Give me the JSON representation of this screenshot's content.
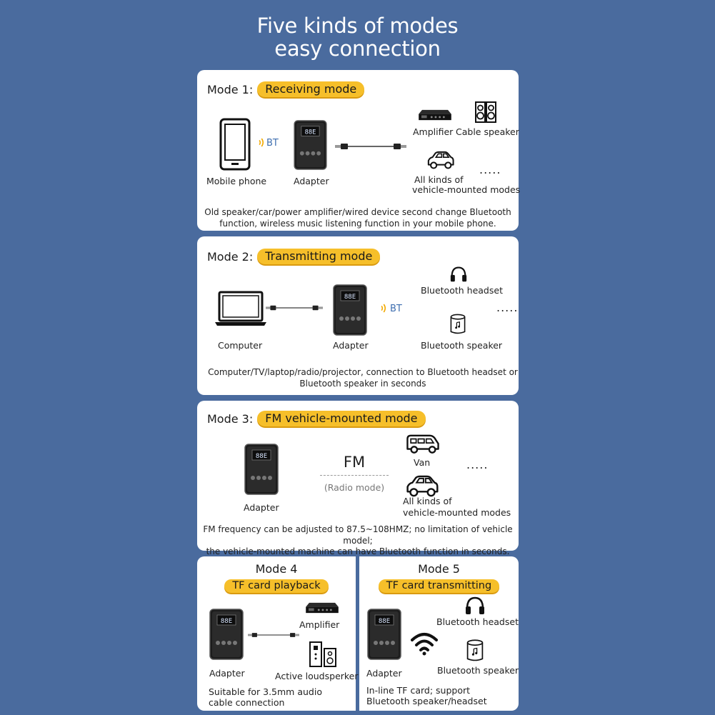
{
  "header": {
    "line1": "Five kinds of modes",
    "line2": "easy connection"
  },
  "mode1": {
    "label": "Mode 1:",
    "name": "Receiving mode",
    "mobile_phone": "Mobile phone",
    "bt": "BT",
    "adapter": "Adapter",
    "amplifier": "Amplifier",
    "cable_speaker": "Cable speaker",
    "vehicle_line1": "All kinds of",
    "vehicle_line2": "vehicle-mounted modes",
    "dots": ".....",
    "desc_line1": "Old speaker/car/power amplifier/wired device second change Bluetooth",
    "desc_line2": "function, wireless music listening function in your mobile phone."
  },
  "mode2": {
    "label": "Mode 2:",
    "name": "Transmitting mode",
    "computer": "Computer",
    "adapter": "Adapter",
    "bt": "BT",
    "headset": "Bluetooth headset",
    "speaker": "Bluetooth speaker",
    "dots": ".....",
    "desc_line1": "Computer/TV/laptop/radio/projector, connection to Bluetooth headset or",
    "desc_line2": "Bluetooth speaker in seconds"
  },
  "mode3": {
    "label": "Mode 3:",
    "name": "FM vehicle-mounted mode",
    "adapter": "Adapter",
    "fm": "FM",
    "radio_mode": "(Radio mode)",
    "van": "Van",
    "vehicle_line1": "All kinds of",
    "vehicle_line2": "vehicle-mounted modes",
    "dots": ".....",
    "desc_line1": "FM frequency can be adjusted to 87.5~108HMZ; no limitation of vehicle model;",
    "desc_line2": "the vehicle-mounted machine can have Bluetooth function in seconds."
  },
  "mode4": {
    "label": "Mode 4",
    "name": "TF card playback",
    "amplifier": "Amplifier",
    "adapter": "Adapter",
    "loudspeaker": "Active loudsperker",
    "desc_line1": "Suitable for 3.5mm audio",
    "desc_line2": "cable connection"
  },
  "mode5": {
    "label": "Mode 5",
    "name": "TF card transmitting",
    "headset": "Bluetooth headset",
    "adapter": "Adapter",
    "speaker": "Bluetooth speaker",
    "desc_line1": "In-line TF card; support",
    "desc_line2": "Bluetooth speaker/headset"
  },
  "colors": {
    "background": "#4a6b9e",
    "pill": "#f6bf2a",
    "bt_blue": "#3f6fb0"
  },
  "icons": [
    "mobile-phone-icon",
    "bluetooth-wave-icon",
    "adapter-device-icon",
    "audio-cable-icon",
    "amplifier-icon",
    "cable-speaker-icon",
    "car-icon",
    "laptop-icon",
    "headset-icon",
    "bluetooth-speaker-icon",
    "van-icon",
    "active-loudspeaker-icon",
    "wifi-signal-icon"
  ]
}
